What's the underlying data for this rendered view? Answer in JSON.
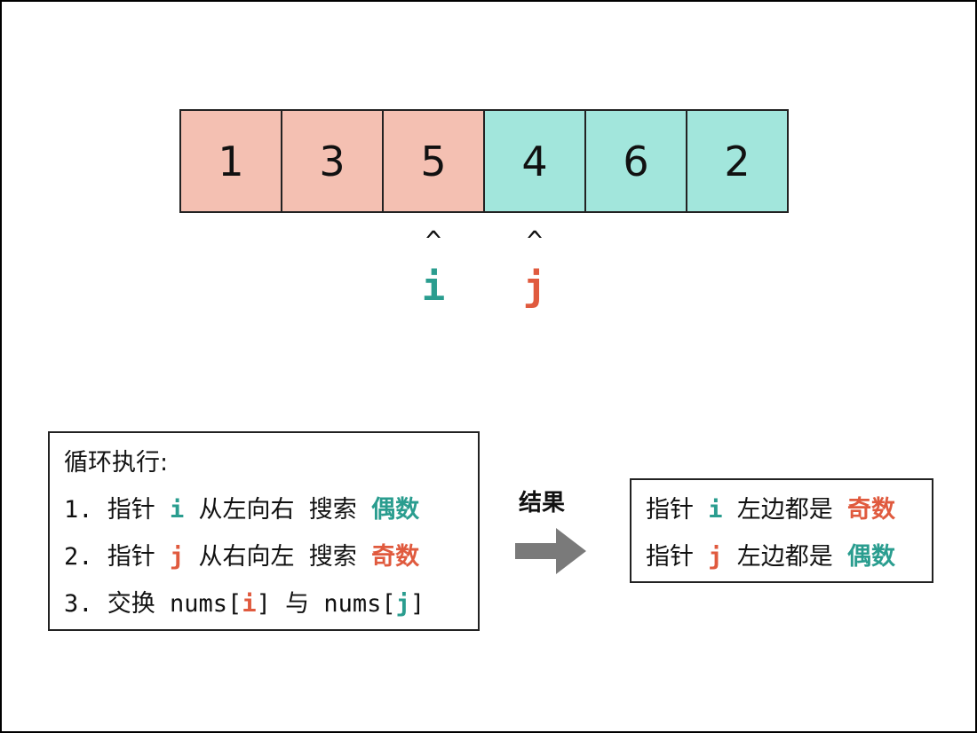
{
  "colors": {
    "odd_fill": "#f4c0b2",
    "even_fill": "#a2e6dc",
    "teal": "#2a9d8f",
    "red": "#e05a3e",
    "arrow_gray": "#7a7a7a"
  },
  "array": {
    "cells": [
      {
        "value": "1",
        "group": "odd"
      },
      {
        "value": "3",
        "group": "odd"
      },
      {
        "value": "5",
        "group": "odd"
      },
      {
        "value": "4",
        "group": "even"
      },
      {
        "value": "6",
        "group": "even"
      },
      {
        "value": "2",
        "group": "even"
      }
    ]
  },
  "pointers": {
    "i": {
      "caret": "^",
      "label": "i",
      "cell_index": 2
    },
    "j": {
      "caret": "^",
      "label": "j",
      "cell_index": 3
    }
  },
  "rules": {
    "title": "循环执行:",
    "line1": {
      "prefix": "1. 指针 ",
      "ptr": "i",
      "mid": " 从左向右 搜索 ",
      "target": "偶数"
    },
    "line2": {
      "prefix": "2. 指针 ",
      "ptr": "j",
      "mid": " 从右向左 搜索 ",
      "target": "奇数"
    },
    "line3": {
      "prefix": "3. 交换 nums[",
      "ptr_i": "i",
      "mid": "] 与 nums[",
      "ptr_j": "j",
      "suffix": "]"
    }
  },
  "arrow": {
    "label": "结果",
    "icon": "right-arrow-icon"
  },
  "result": {
    "line1": {
      "prefix": "指针 ",
      "ptr": "i",
      "mid": " 左边都是 ",
      "target": "奇数"
    },
    "line2": {
      "prefix": "指针 ",
      "ptr": "j",
      "mid": " 左边都是 ",
      "target": "偶数"
    }
  }
}
